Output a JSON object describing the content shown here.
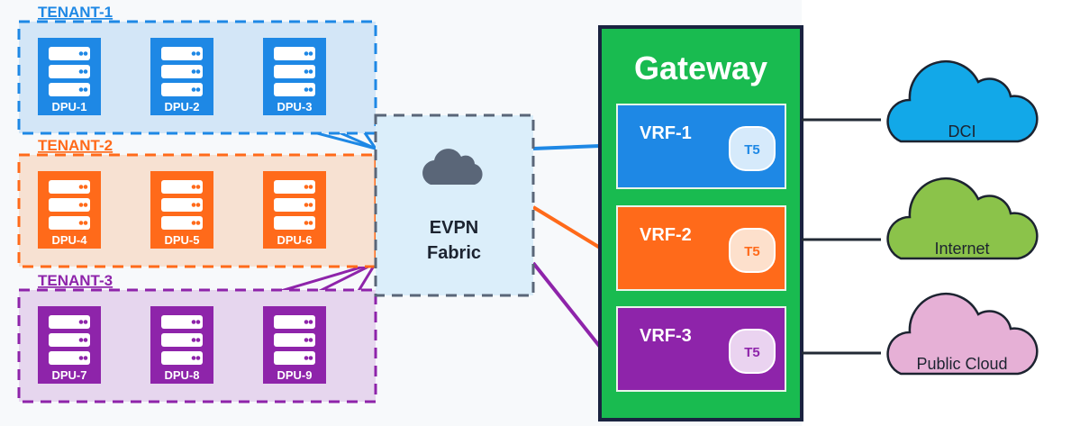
{
  "colors": {
    "blue": "#1e88e5",
    "orange": "#ff6a1a",
    "purple": "#8e24aa",
    "gateway": "#19bb50",
    "gateway_border": "#1a2340",
    "fabric_fill": "#dbeefa",
    "fabric_border": "#5a6678",
    "dci": "#12a8e8",
    "internet": "#8bc34a",
    "public_cloud": "#e6b0d6"
  },
  "tenants": [
    {
      "label": "TENANT-1",
      "color": "#1e88e5",
      "fill": "#d3e6f7",
      "dpus": [
        "DPU-1",
        "DPU-2",
        "DPU-3"
      ]
    },
    {
      "label": "TENANT-2",
      "color": "#ff6a1a",
      "fill": "#f7e1d2",
      "dpus": [
        "DPU-4",
        "DPU-5",
        "DPU-6"
      ]
    },
    {
      "label": "TENANT-3",
      "color": "#8e24aa",
      "fill": "#e6d6ee",
      "dpus": [
        "DPU-7",
        "DPU-8",
        "DPU-9"
      ]
    }
  ],
  "fabric": {
    "icon": "cloud-icon",
    "line1": "EVPN",
    "line2": "Fabric"
  },
  "gateway": {
    "title": "Gateway",
    "vrfs": [
      {
        "label": "VRF-1",
        "badge": "T5",
        "color": "#1e88e5",
        "badge_fill": "#d6eafb"
      },
      {
        "label": "VRF-2",
        "badge": "T5",
        "color": "#ff6a1a",
        "badge_fill": "#fde0cc"
      },
      {
        "label": "VRF-3",
        "badge": "T5",
        "color": "#8e24aa",
        "badge_fill": "#ead3f0"
      }
    ]
  },
  "clouds": [
    {
      "label": "DCI",
      "color": "#12a8e8"
    },
    {
      "label": "Internet",
      "color": "#8bc34a"
    },
    {
      "label": "Public Cloud",
      "color": "#e6b0d6"
    }
  ]
}
